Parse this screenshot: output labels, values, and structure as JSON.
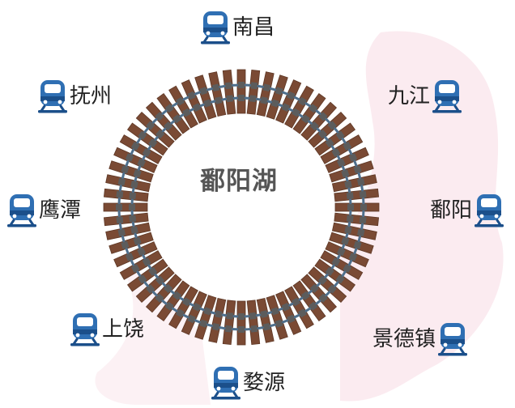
{
  "lake": {
    "name": "鄱阳湖"
  },
  "stations": [
    {
      "id": "nanchang",
      "name": "南昌",
      "icon": "train-icon"
    },
    {
      "id": "jiujiang",
      "name": "九江",
      "icon": "train-icon"
    },
    {
      "id": "poyang",
      "name": "鄱阳",
      "icon": "train-icon"
    },
    {
      "id": "jingdezhen",
      "name": "景德镇",
      "icon": "train-icon"
    },
    {
      "id": "wuyuan",
      "name": "婺源",
      "icon": "train-icon"
    },
    {
      "id": "shangrao",
      "name": "上饶",
      "icon": "train-icon"
    },
    {
      "id": "yingtan",
      "name": "鹰潭",
      "icon": "train-icon"
    },
    {
      "id": "fuzhou",
      "name": "抚州",
      "icon": "train-icon"
    }
  ],
  "colors": {
    "sleeper": "#7a4a34",
    "sleeper_edge": "#5e3826",
    "rail": "#4e6f8c",
    "spike": "#5c5c5c",
    "train_body": "#2f6fb3",
    "train_dark": "#1b4f8a",
    "train_window": "#ffffff",
    "lake_label": "#555555",
    "station_label": "#222222",
    "map_tint": "#fbe9ee"
  }
}
